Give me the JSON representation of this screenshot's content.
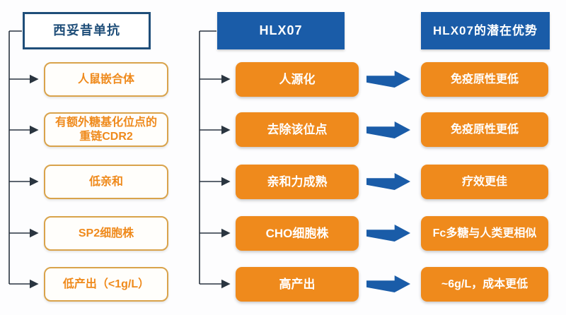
{
  "diagram": {
    "title_context": "Cetuximab vs HLX07 comparison flow diagram",
    "columns": {
      "left": {
        "header": "西妥昔单抗",
        "items": [
          "人鼠嵌合体",
          "有额外糖基化位点的\n重链CDR2",
          "低亲和",
          "SP2细胞株",
          "低产出（<1g/L）"
        ]
      },
      "middle": {
        "header": "HLX07",
        "items": [
          "人源化",
          "去除该位点",
          "亲和力成熟",
          "CHO细胞株",
          "高产出"
        ]
      },
      "right": {
        "header": "HLX07的潜在优势",
        "items": [
          "免疫原性更低",
          "免疫原性更低",
          "疗效更佳",
          "Fc多糖与人类更相似",
          "~6g/L，成本更低"
        ]
      }
    },
    "colors": {
      "blue": "#1a5ca8",
      "orange": "#ef8a1c",
      "navy_border": "#1f4e79",
      "outline_gold": "#d9a34b",
      "connector": "#2a3540"
    }
  }
}
